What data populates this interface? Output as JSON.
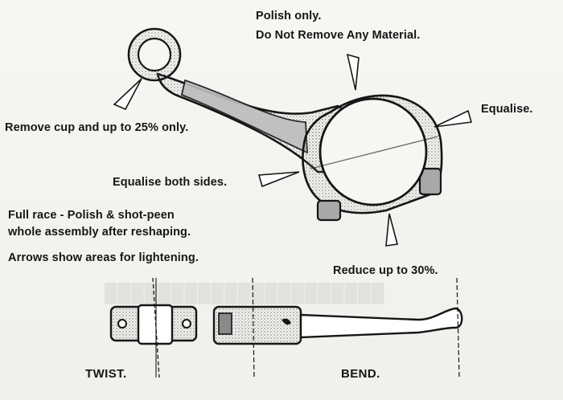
{
  "annotations": {
    "polish_line1": "Polish only.",
    "polish_line2": "Do Not Remove Any Material.",
    "equalise": "Equalise.",
    "remove_cup": "Remove cup and up to 25% only.",
    "equalise_both": "Equalise both sides.",
    "full_race_line1": "Full race - Polish & shot-peen",
    "full_race_line2": "whole assembly after reshaping.",
    "arrows_note": "Arrows show areas for lightening.",
    "reduce": "Reduce up to 30%."
  },
  "captions": {
    "twist": "TWIST.",
    "bend": "BEND."
  },
  "colors": {
    "ink": "#161616",
    "paper": "#f6f6f3",
    "show_through": "#d4d4d0"
  }
}
